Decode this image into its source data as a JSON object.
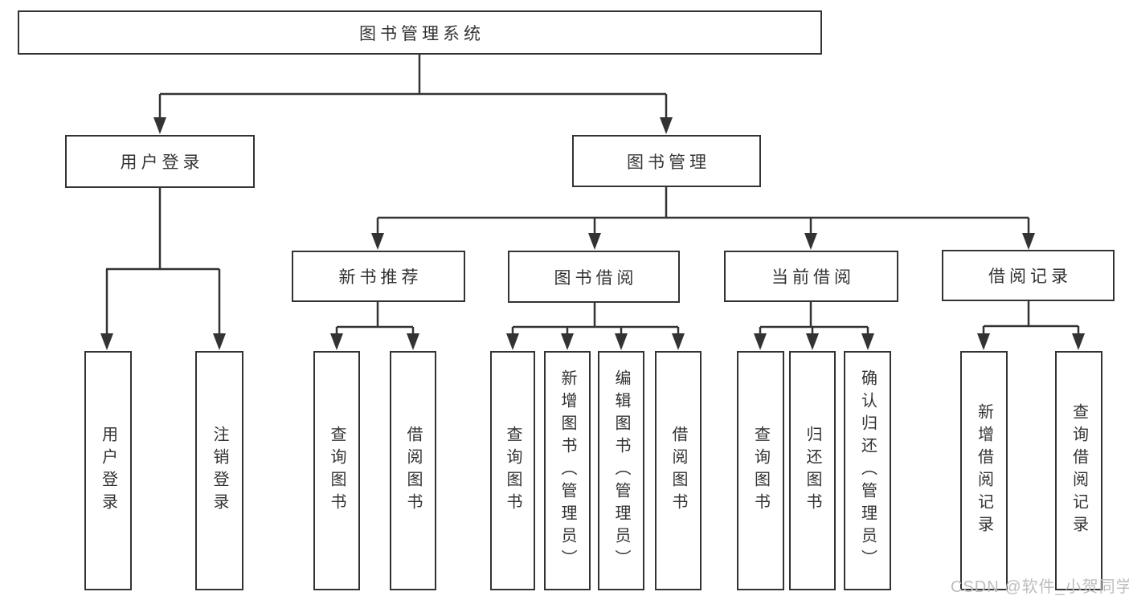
{
  "tree": {
    "label": "图书管理系统",
    "children": [
      {
        "label": "用户登录",
        "children": [
          {
            "label": "用户登录"
          },
          {
            "label": "注销登录"
          }
        ]
      },
      {
        "label": "图书管理",
        "children": [
          {
            "label": "新书推荐",
            "children": [
              {
                "label": "查询图书"
              },
              {
                "label": "借阅图书"
              }
            ]
          },
          {
            "label": "图书借阅",
            "children": [
              {
                "label": "查询图书"
              },
              {
                "label": "新增图书（管理员）"
              },
              {
                "label": "编辑图书（管理员）"
              },
              {
                "label": "借阅图书"
              }
            ]
          },
          {
            "label": "当前借阅",
            "children": [
              {
                "label": "查询图书"
              },
              {
                "label": "归还图书"
              },
              {
                "label": "确认归还（管理员）"
              }
            ]
          },
          {
            "label": "借阅记录",
            "children": [
              {
                "label": "新增借阅记录"
              },
              {
                "label": "查询借阅记录"
              }
            ]
          }
        ]
      }
    ]
  },
  "watermark": {
    "text": "CSDN @软件_小贺同学"
  },
  "colors": {
    "background": "#ffffff",
    "box_border": "#333333",
    "line": "#333333",
    "text": "#333333",
    "watermark": "#bdbdbd"
  }
}
